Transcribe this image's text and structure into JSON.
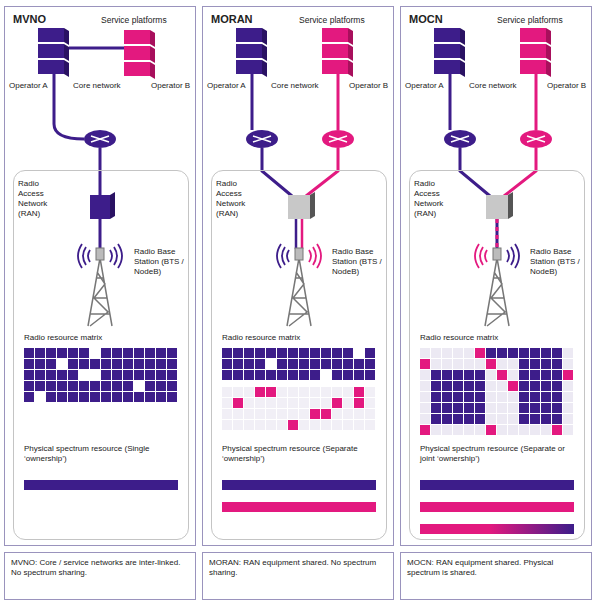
{
  "diagram": {
    "nodes": [
      {
        "text": [
          "MVNO",
          "Service platforms",
          "Operator A",
          "Core network",
          "Operator B"
        ]
      },
      {
        "text": [
          "Radio Access Network (RAN)",
          "Radio Base Station (BTS / NodeB)",
          "Radio resource matrix",
          "Physical spectrum resource (Single ‘ownership’)"
        ],
        "in": 0
      },
      {
        "text": [
          "MORAN",
          "Service platforms",
          "Operator A",
          "Core network",
          "Operator B"
        ]
      },
      {
        "text": [
          "Radio Access Network (RAN)",
          "Radio Base Station (BTS / NodeB)",
          "Radio resource matrix",
          "Physical spectrum resource (Separate ‘ownership’)"
        ],
        "in": 2
      },
      {
        "text": [
          "MOCN",
          "Service platforms",
          "Operator A",
          "Core network",
          "Operator B"
        ]
      },
      {
        "text": [
          "Radio Access Network (RAN)",
          "Radio Base Station (BTS / NodeB)",
          "Radio resource matrix",
          "Physical spectrum resource (Separate or joint ‘ownership’)"
        ],
        "in": 4
      },
      {
        "text": [
          "MVNO: Core / service networks are inter-linked. No spectrum sharing."
        ]
      },
      {
        "text": [
          "MORAN: RAN equipment shared. No spectrum sharing."
        ]
      },
      {
        "text": [
          "MOCN: RAN equipment shared. Physical spectrum is shared."
        ]
      }
    ]
  }
}
